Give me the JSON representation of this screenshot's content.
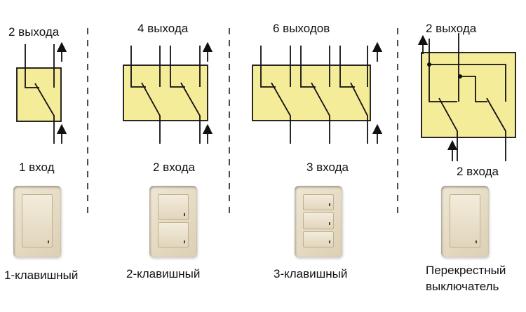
{
  "colors": {
    "box_fill": "#f5ec9a",
    "line": "#111111"
  },
  "sections": [
    {
      "outputs": "2 выхода",
      "inputs": "1 вход",
      "name": "1-клавишный",
      "keys": 1
    },
    {
      "outputs": "4 выхода",
      "inputs": "2 входа",
      "name": "2-клавишный",
      "keys": 2
    },
    {
      "outputs": "6 выходов",
      "inputs": "3 входа",
      "name": "3-клавишный",
      "keys": 3
    },
    {
      "outputs": "2 выхода",
      "inputs": "2 входа",
      "name_line1": "Перекрестный",
      "name_line2": "выключатель",
      "keys": 1
    }
  ]
}
